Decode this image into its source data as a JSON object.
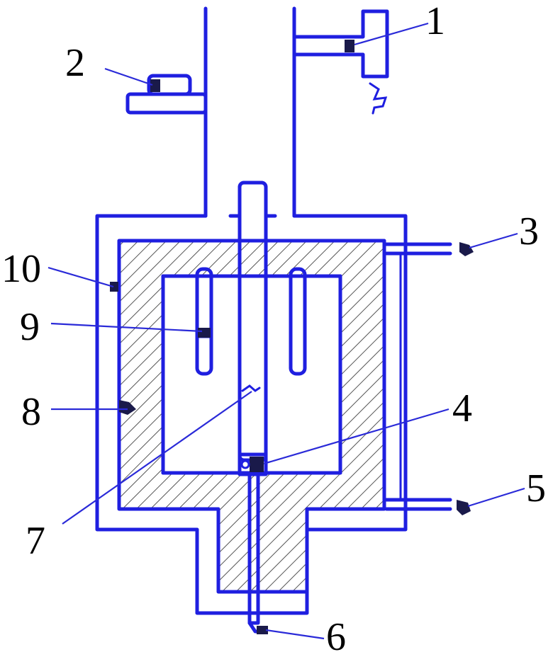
{
  "labels": {
    "l1": "1",
    "l2": "2",
    "l3": "3",
    "l4": "4",
    "l5": "5",
    "l6": "6",
    "l7": "7",
    "l8": "8",
    "l9": "9",
    "l10": "10"
  },
  "colors": {
    "line": "#1f1fe0",
    "hatch_fill": "#ffffff",
    "hatch_stroke": "#555555",
    "text": "#000000"
  }
}
